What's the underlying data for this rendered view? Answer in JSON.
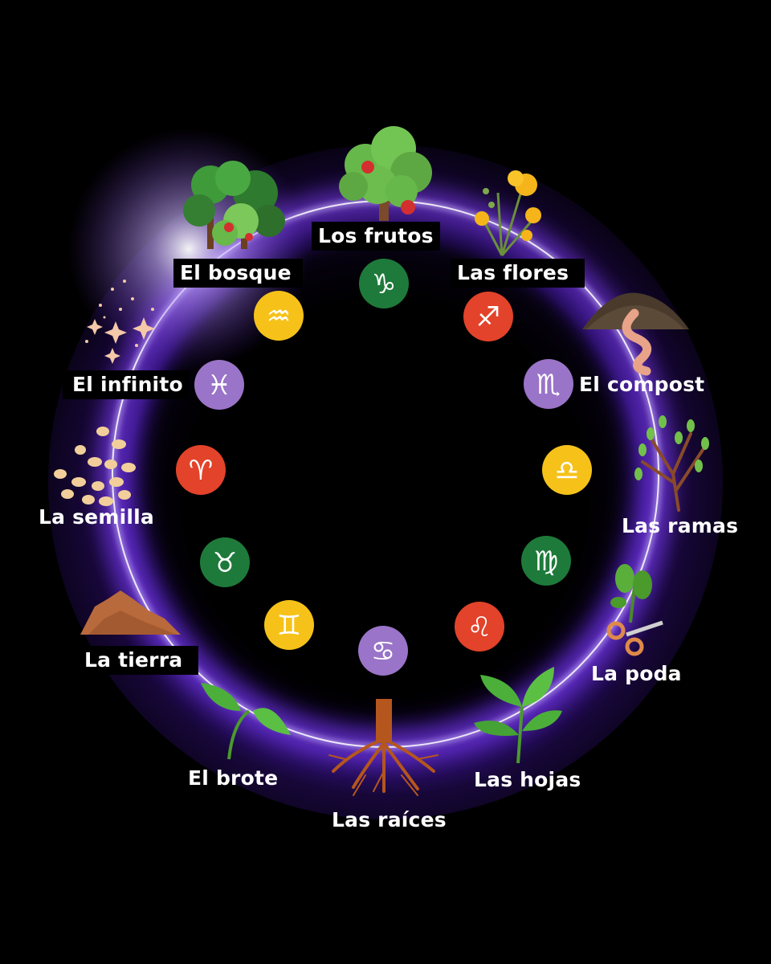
{
  "stages": [
    {
      "key": "los-frutos",
      "label": "Los frutos",
      "sign": "capricorn",
      "sign_glyph": "♑",
      "sign_color": "#1e7a3a",
      "illustration": "fruit-tree-icon"
    },
    {
      "key": "las-flores",
      "label": "Las flores",
      "sign": "sagittarius",
      "sign_glyph": "♐",
      "sign_color": "#e2432a",
      "illustration": "yellow-flowers-icon"
    },
    {
      "key": "el-compost",
      "label": "El compost",
      "sign": "scorpio",
      "sign_glyph": "♏",
      "sign_color": "#9a74c8",
      "illustration": "compost-worm-icon"
    },
    {
      "key": "las-ramas",
      "label": "Las ramas",
      "sign": "libra",
      "sign_glyph": "♎",
      "sign_color": "#f6c21a",
      "illustration": "branches-icon"
    },
    {
      "key": "la-poda",
      "label": "La poda",
      "sign": "virgo",
      "sign_glyph": "♍",
      "sign_color": "#1e7a3a",
      "illustration": "pruning-shears-icon"
    },
    {
      "key": "las-hojas",
      "label": "Las hojas",
      "sign": "leo",
      "sign_glyph": "♌",
      "sign_color": "#e2432a",
      "illustration": "leaves-icon"
    },
    {
      "key": "las-raices",
      "label": "Las raíces",
      "sign": "cancer",
      "sign_glyph": "♋",
      "sign_color": "#9a74c8",
      "illustration": "roots-icon"
    },
    {
      "key": "el-brote",
      "label": "El brote",
      "sign": "gemini",
      "sign_glyph": "♊",
      "sign_color": "#f6c21a",
      "illustration": "sprout-icon"
    },
    {
      "key": "la-tierra",
      "label": "La tierra",
      "sign": "taurus",
      "sign_glyph": "♉",
      "sign_color": "#1e7a3a",
      "illustration": "soil-mound-icon"
    },
    {
      "key": "la-semilla",
      "label": "La semilla",
      "sign": "aries",
      "sign_glyph": "♈",
      "sign_color": "#e2432a",
      "illustration": "seeds-icon"
    },
    {
      "key": "el-infinito",
      "label": "El infinito",
      "sign": "pisces",
      "sign_glyph": "♓",
      "sign_color": "#9a74c8",
      "illustration": "sparkles-icon"
    },
    {
      "key": "el-bosque",
      "label": "El bosque",
      "sign": "aquarius",
      "sign_glyph": "♒",
      "sign_color": "#f6c21a",
      "illustration": "forest-icon"
    }
  ],
  "colors": {
    "background": "#000000",
    "ring_glow": "#6b2fd6",
    "ring_core": "#ffffff",
    "label_text": "#ffffff"
  }
}
